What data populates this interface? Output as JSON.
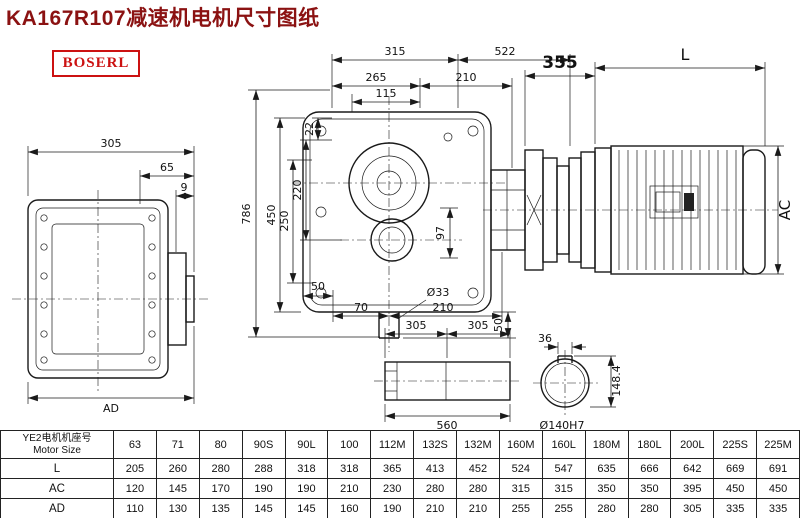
{
  "page": {
    "title": "KA167R107减速机电机尺寸图纸",
    "logo": "BOSERL"
  },
  "colors": {
    "title_text": "#8b1212",
    "brand_red": "#cc1111",
    "line": "#1a1a1a"
  },
  "dimensions": {
    "side_view": {
      "d305": "305",
      "d65": "65",
      "d9": "9",
      "dAD": "AD"
    },
    "front_view": {
      "d315": "315",
      "d522": "522",
      "d265": "265",
      "d210_top": "210",
      "d115": "115",
      "d22": "22",
      "d220": "220",
      "d250": "250",
      "d450": "450",
      "d786": "786",
      "d97": "97",
      "d50_left": "50",
      "d70": "70",
      "d210_bottom": "210",
      "d33": "Ø33",
      "d50_right": "50"
    },
    "motor_view": {
      "d355": "355",
      "dL": "L",
      "dAC": "AC"
    },
    "shaft_view": {
      "d305_a": "305",
      "d305_b": "305",
      "d560": "560"
    },
    "bore_view": {
      "d36": "36",
      "d148": "148.4",
      "d140": "Ø140H7"
    }
  },
  "table": {
    "header_line1": "YE2电机机座号",
    "header_line2": "Motor Size",
    "columns": [
      "63",
      "71",
      "80",
      "90S",
      "90L",
      "100",
      "112M",
      "132S",
      "132M",
      "160M",
      "160L",
      "180M",
      "180L",
      "200L",
      "225S",
      "225M"
    ],
    "rows": [
      {
        "label": "L",
        "values": [
          "205",
          "260",
          "280",
          "288",
          "318",
          "318",
          "365",
          "413",
          "452",
          "524",
          "547",
          "635",
          "666",
          "642",
          "669",
          "691"
        ]
      },
      {
        "label": "AC",
        "values": [
          "120",
          "145",
          "170",
          "190",
          "190",
          "210",
          "230",
          "280",
          "280",
          "315",
          "315",
          "350",
          "350",
          "395",
          "450",
          "450"
        ]
      },
      {
        "label": "AD",
        "values": [
          "110",
          "130",
          "135",
          "145",
          "145",
          "160",
          "190",
          "210",
          "210",
          "255",
          "255",
          "280",
          "280",
          "305",
          "335",
          "335"
        ]
      }
    ]
  }
}
